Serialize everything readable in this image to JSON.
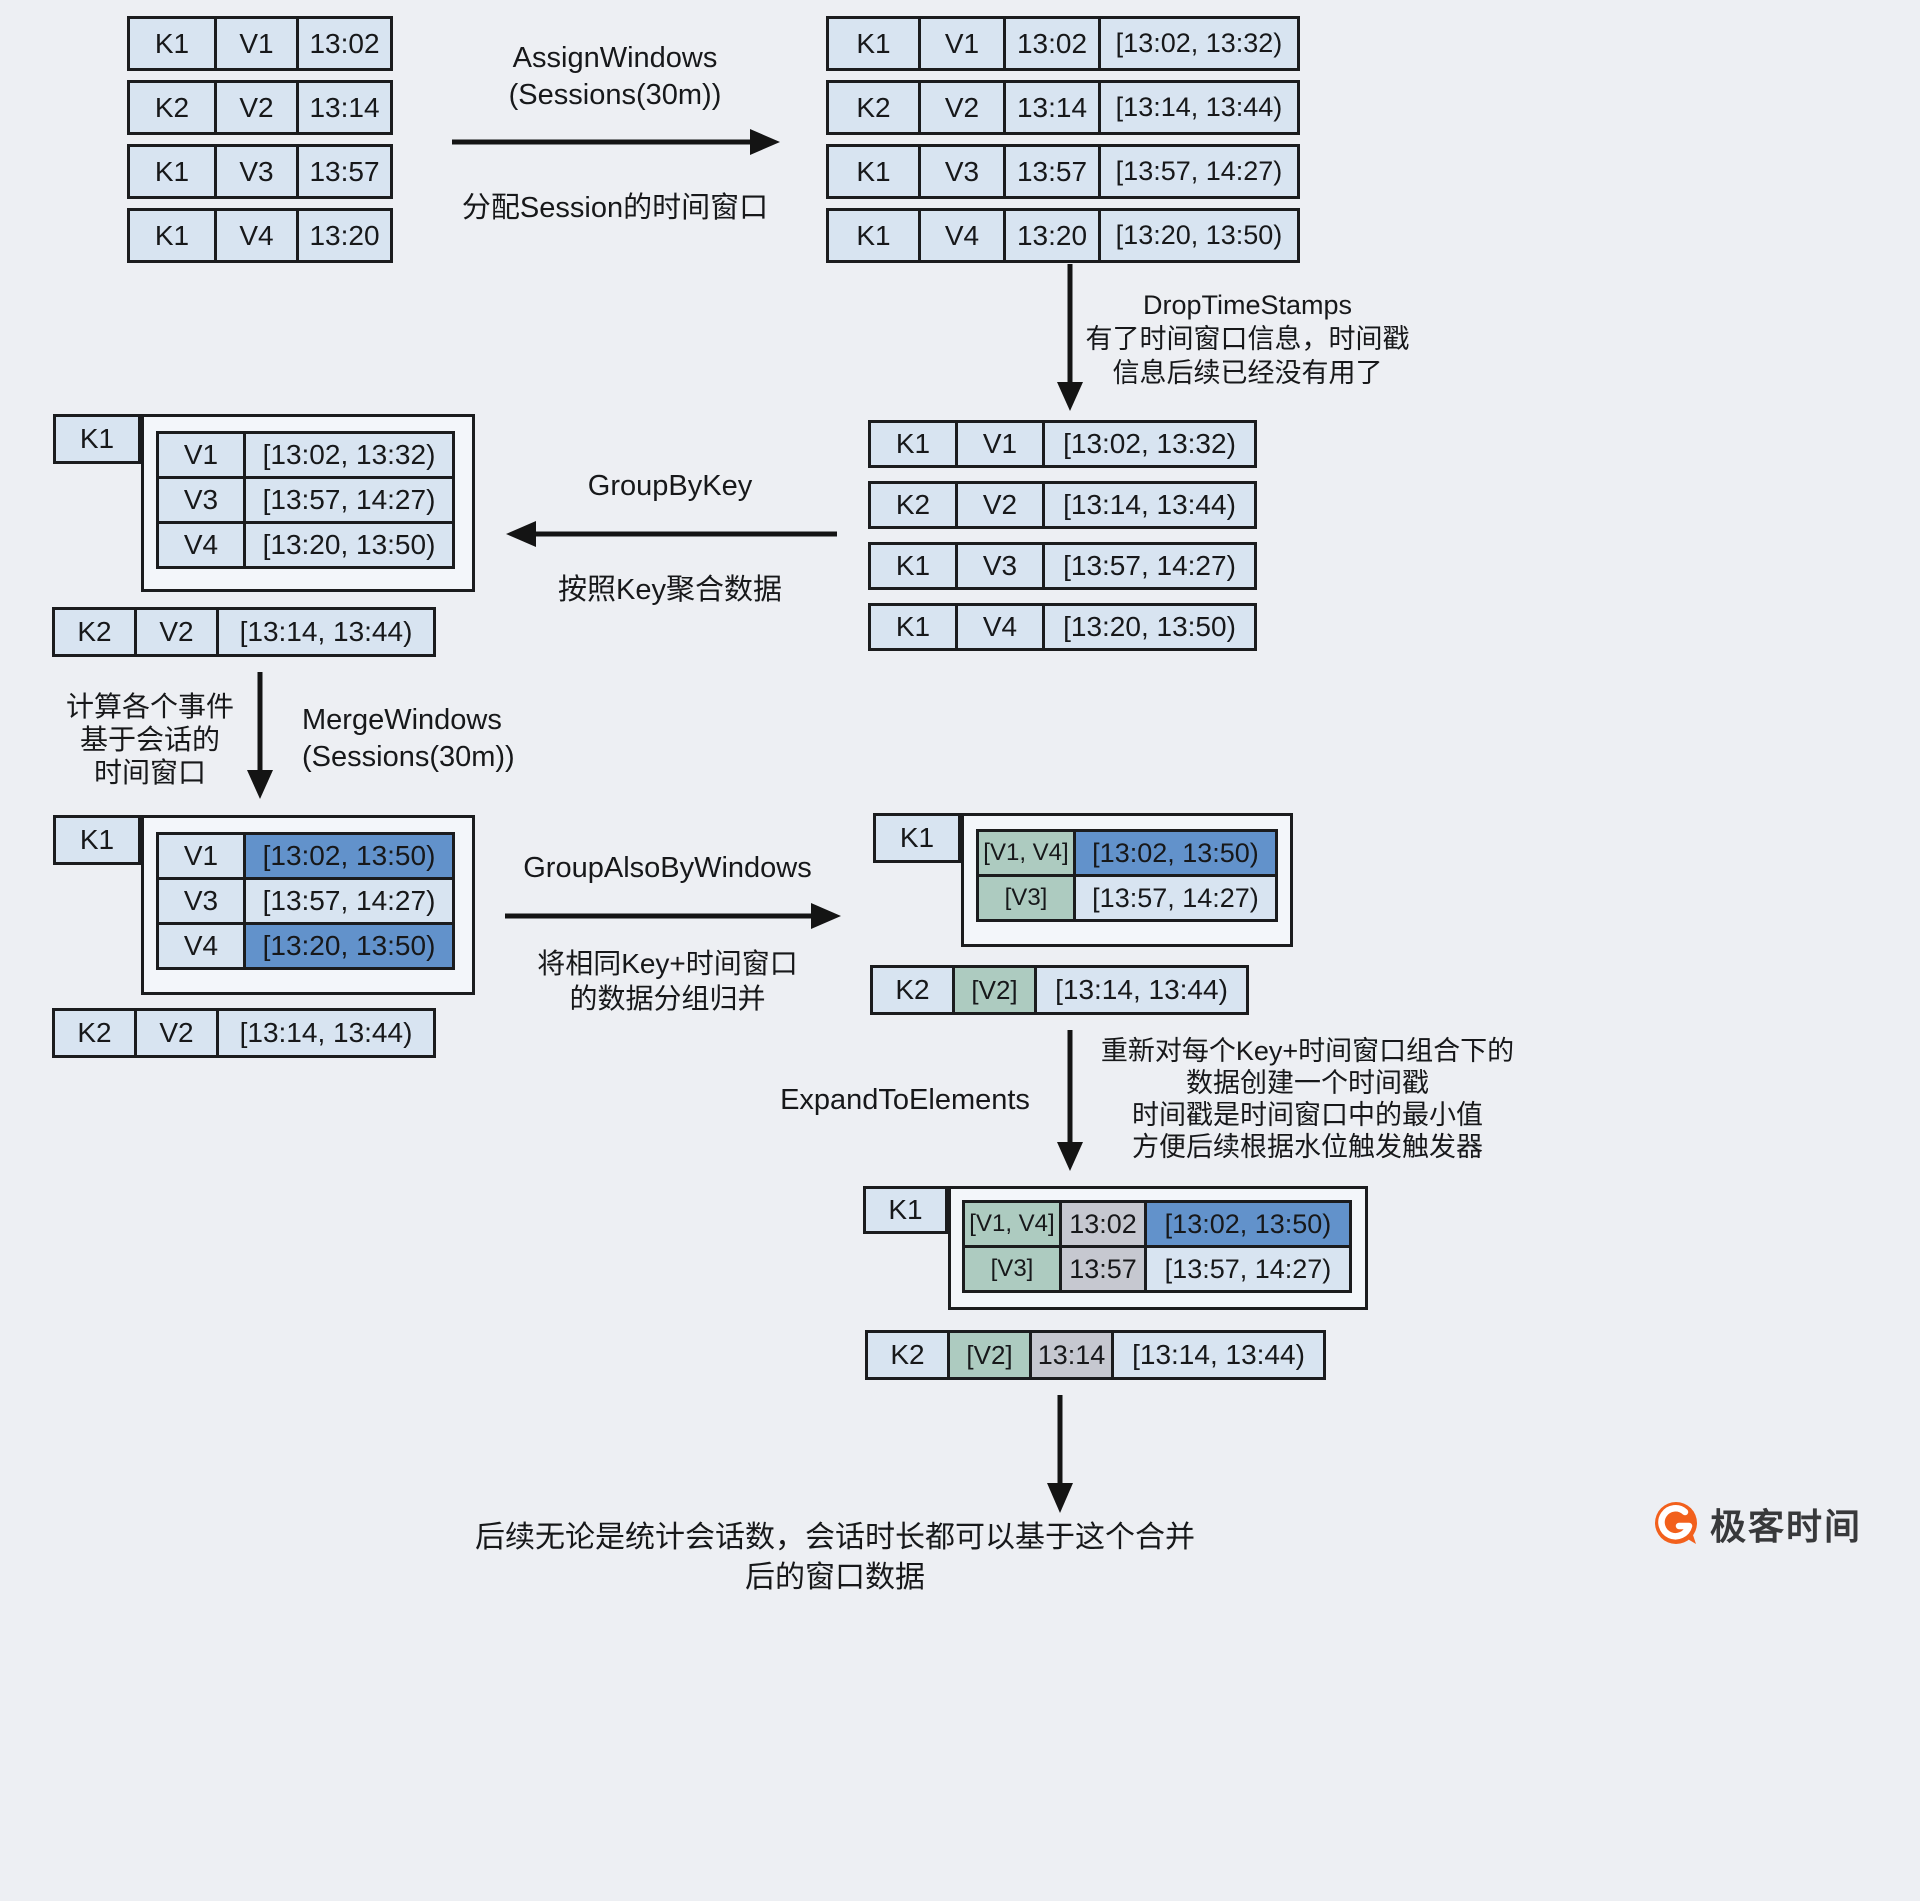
{
  "colors": {
    "background": "#edeff3",
    "cell_blue": "#d8e4f1",
    "merged_window_blue": "#6292cb",
    "value_group_green": "#adcbc0",
    "timestamp_gray": "#c6c8d0",
    "border": "#1b1c1e",
    "logo_orange": "#f2601c"
  },
  "input_table": {
    "rows": [
      [
        "K1",
        "V1",
        "13:02"
      ],
      [
        "K2",
        "V2",
        "13:14"
      ],
      [
        "K1",
        "V3",
        "13:57"
      ],
      [
        "K1",
        "V4",
        "13:20"
      ]
    ]
  },
  "assigned_table": {
    "rows": [
      [
        "K1",
        "V1",
        "13:02",
        "[13:02, 13:32)"
      ],
      [
        "K2",
        "V2",
        "13:14",
        "[13:14, 13:44)"
      ],
      [
        "K1",
        "V3",
        "13:57",
        "[13:57, 14:27)"
      ],
      [
        "K1",
        "V4",
        "13:20",
        "[13:20, 13:50)"
      ]
    ]
  },
  "dropped_table": {
    "rows": [
      [
        "K1",
        "V1",
        "[13:02, 13:32)"
      ],
      [
        "K2",
        "V2",
        "[13:14, 13:44)"
      ],
      [
        "K1",
        "V3",
        "[13:57, 14:27)"
      ],
      [
        "K1",
        "V4",
        "[13:20, 13:50)"
      ]
    ]
  },
  "grouped": {
    "k1_label": "K1",
    "k1_rows": [
      [
        "V1",
        "[13:02, 13:32)"
      ],
      [
        "V3",
        "[13:57, 14:27)"
      ],
      [
        "V4",
        "[13:20, 13:50)"
      ]
    ],
    "k2_row": [
      "K2",
      "V2",
      "[13:14, 13:44)"
    ]
  },
  "merged": {
    "k1_label": "K1",
    "k1_rows": [
      [
        "V1",
        "[13:02, 13:50)"
      ],
      [
        "V3",
        "[13:57, 14:27)"
      ],
      [
        "V4",
        "[13:20, 13:50)"
      ]
    ],
    "k2_row": [
      "K2",
      "V2",
      "[13:14, 13:44)"
    ]
  },
  "grouped_by_window": {
    "k1_label": "K1",
    "k1_rows": [
      [
        "[V1, V4]",
        "[13:02, 13:50)"
      ],
      [
        "[V3]",
        "[13:57, 14:27)"
      ]
    ],
    "k2_row": [
      "K2",
      "[V2]",
      "[13:14, 13:44)"
    ]
  },
  "expanded": {
    "k1_label": "K1",
    "k1_rows": [
      [
        "[V1, V4]",
        "13:02",
        "[13:02, 13:50)"
      ],
      [
        "[V3]",
        "13:57",
        "[13:57, 14:27)"
      ]
    ],
    "k2_row": [
      "K2",
      "[V2]",
      "13:14",
      "[13:14, 13:44)"
    ]
  },
  "steps": {
    "assign_windows": {
      "title": "AssignWindows",
      "subtitle": "(Sessions(30m))",
      "caption": "分配Session的时间窗口"
    },
    "drop_timestamps": {
      "title": "DropTimeStamps",
      "caption_line1": "有了时间窗口信息，时间戳",
      "caption_line2": "信息后续已经没有用了"
    },
    "group_by_key": {
      "title": "GroupByKey",
      "caption": "按照Key聚合数据"
    },
    "merge_windows": {
      "title": "MergeWindows",
      "subtitle": "(Sessions(30m))",
      "side_line1": "计算各个事件",
      "side_line2": "基于会话的",
      "side_line3": "时间窗口"
    },
    "group_also_by_windows": {
      "title": "GroupAlsoByWindows",
      "caption_line1": "将相同Key+时间窗口",
      "caption_line2": "的数据分组归并"
    },
    "expand_to_elements": {
      "title": "ExpandToElements",
      "caption_line1": "重新对每个Key+时间窗口组合下的",
      "caption_line2": "数据创建一个时间戳",
      "caption_line3": "时间戳是时间窗口中的最小值",
      "caption_line4": "方便后续根据水位触发触发器"
    },
    "conclusion": {
      "line1": "后续无论是统计会话数，会话时长都可以基于这个合并",
      "line2": "后的窗口数据"
    }
  },
  "logo": {
    "text": "极客时间"
  }
}
